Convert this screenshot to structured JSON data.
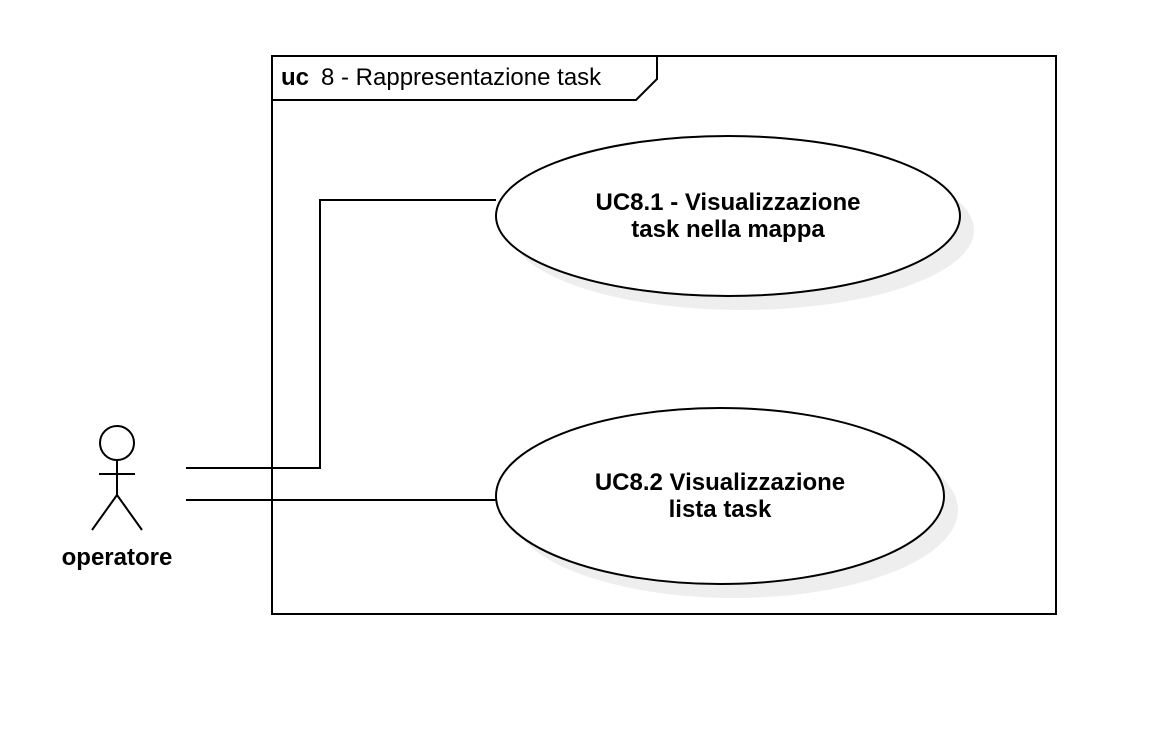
{
  "frame": {
    "keyword": "uc",
    "title": "8 - Rappresentazione task"
  },
  "actor": {
    "name": "operatore",
    "icon": "stick-figure-icon"
  },
  "use_cases": [
    {
      "line1": "UC8.1 - Visualizzazione",
      "line2": "task nella mappa"
    },
    {
      "line1": "UC8.2 Visualizzazione",
      "line2": "lista task"
    }
  ],
  "colors": {
    "stroke": "#000000",
    "shadow": "#eeeeee",
    "fill": "#ffffff"
  }
}
